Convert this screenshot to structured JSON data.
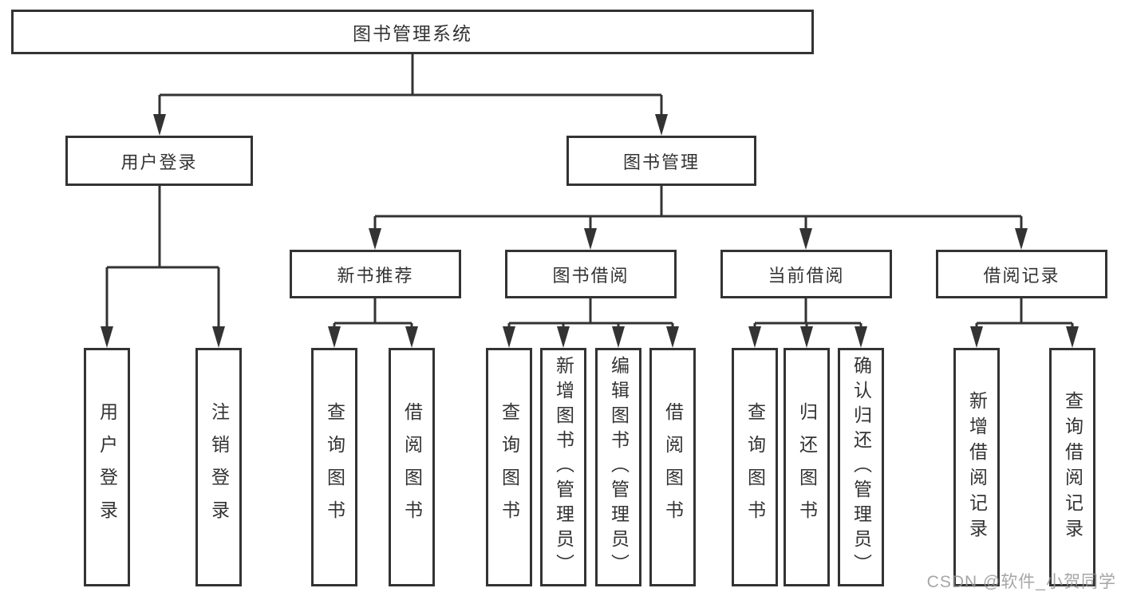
{
  "diagram": {
    "root": {
      "label": "图书管理系统"
    },
    "branches": [
      {
        "label": "用户登录",
        "children": [
          {
            "label": "用户登录"
          },
          {
            "label": "注销登录"
          }
        ]
      },
      {
        "label": "图书管理",
        "children": [
          {
            "label": "新书推荐",
            "children": [
              {
                "label": "查询图书"
              },
              {
                "label": "借阅图书"
              }
            ]
          },
          {
            "label": "图书借阅",
            "children": [
              {
                "label": "查询图书"
              },
              {
                "label": "新增图书（管理员）"
              },
              {
                "label": "编辑图书（管理员）"
              },
              {
                "label": "借阅图书"
              }
            ]
          },
          {
            "label": "当前借阅",
            "children": [
              {
                "label": "查询图书"
              },
              {
                "label": "归还图书"
              },
              {
                "label": "确认归还（管理员）"
              }
            ]
          },
          {
            "label": "借阅记录",
            "children": [
              {
                "label": "新增借阅记录"
              },
              {
                "label": "查询借阅记录"
              }
            ]
          }
        ]
      }
    ],
    "watermark": "CSDN @软件_小贺同学",
    "colors": {
      "line": "#333333",
      "box_border": "#333333",
      "text": "#333333",
      "watermark": "#969696",
      "background": "#ffffff"
    }
  }
}
